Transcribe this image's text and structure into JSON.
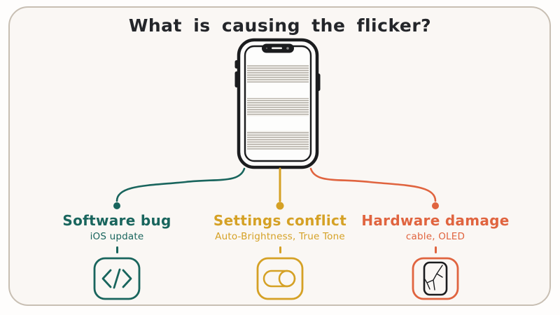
{
  "title": "What is causing the flicker?",
  "phone": {
    "icon": "flickering-smartphone-illustration",
    "flicker_band_count": 3
  },
  "branches": [
    {
      "label": "Software bug",
      "sublabel": "iOS update",
      "icon": "code-icon",
      "color": "#19655d"
    },
    {
      "label": "Settings conflict",
      "sublabel": "Auto-Brightness, True Tone",
      "icon": "toggle-icon",
      "color": "#d5a125"
    },
    {
      "label": "Hardware damage",
      "sublabel": "cable, OLED",
      "icon": "cracked-screen-icon",
      "color": "#e0643f"
    }
  ],
  "colors": {
    "background": "#faf7f4",
    "frame_border": "#c8bfb3",
    "ink": "#222428",
    "teal": "#19655d",
    "gold": "#d5a125",
    "orange": "#e0643f"
  }
}
